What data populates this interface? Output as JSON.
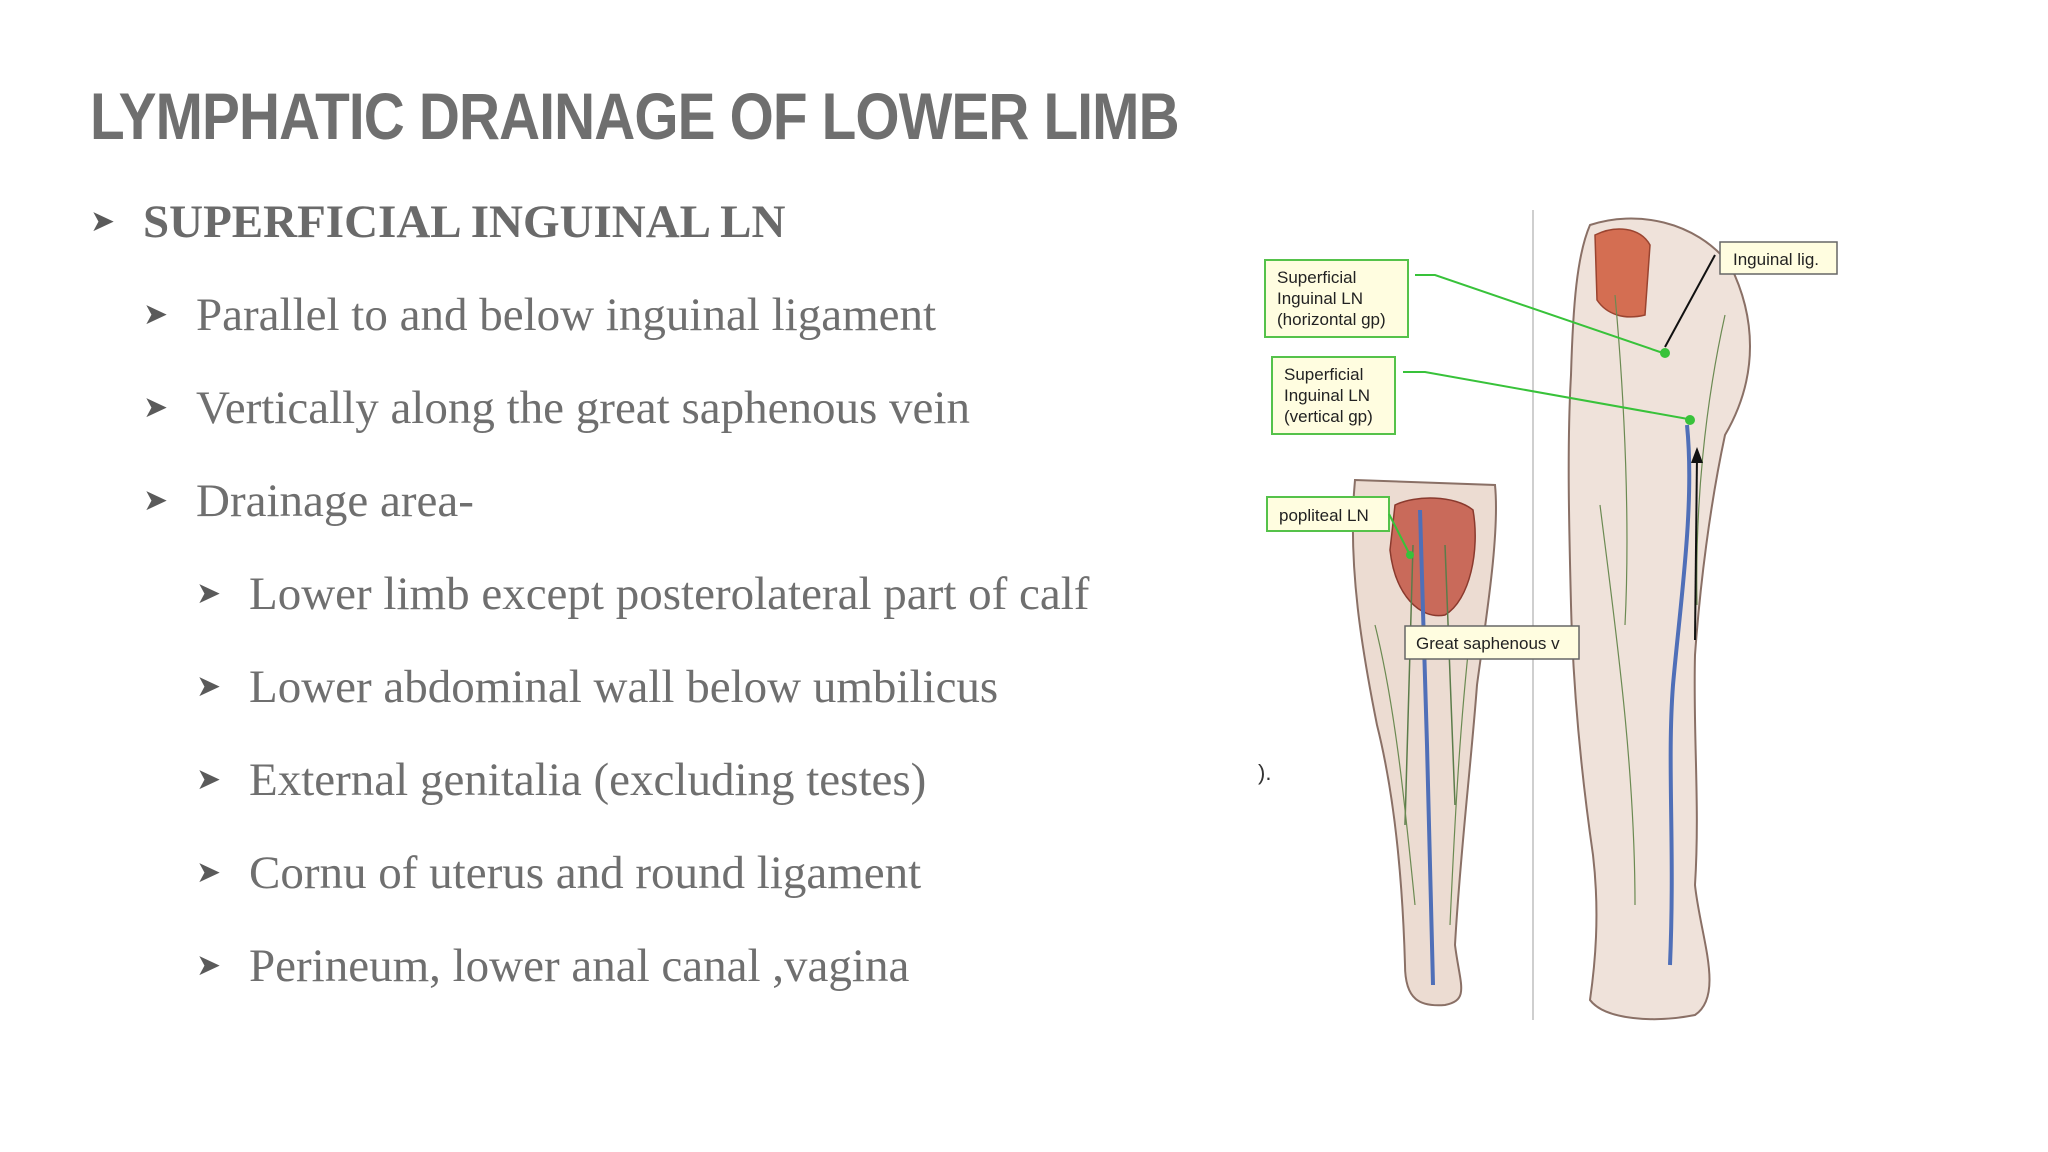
{
  "slide": {
    "title": "LYMPHATIC DRAINAGE OF LOWER LIMB",
    "bullets": [
      {
        "text": "SUPERFICIAL INGUINAL LN"
      },
      {
        "text": "Parallel to and below inguinal ligament"
      },
      {
        "text": "Vertically along the great saphenous vein"
      },
      {
        "text": "Drainage area-"
      },
      {
        "text": "Lower limb except posterolateral part of calf"
      },
      {
        "text": "Lower abdominal wall below umbilicus"
      },
      {
        "text": "External genitalia (excluding testes)"
      },
      {
        "text": "Cornu of uterus and round ligament"
      },
      {
        "text": "Perineum, lower anal canal ,vagina"
      }
    ]
  },
  "figure": {
    "labels": {
      "inguinal_lig": "Inguinal lig.",
      "sup_horizontal": [
        "Superficial",
        "Inguinal LN",
        "(horizontal gp)"
      ],
      "sup_vertical": [
        "Superficial",
        "Inguinal LN",
        "(vertical gp)"
      ],
      "popliteal": "popliteal LN",
      "great_saphenous": "Great saphenous v"
    },
    "stray_text": ").",
    "colors": {
      "label_border": "#55c24a",
      "label_fill": "#fffde0",
      "leader_green": "#38c23a"
    }
  }
}
